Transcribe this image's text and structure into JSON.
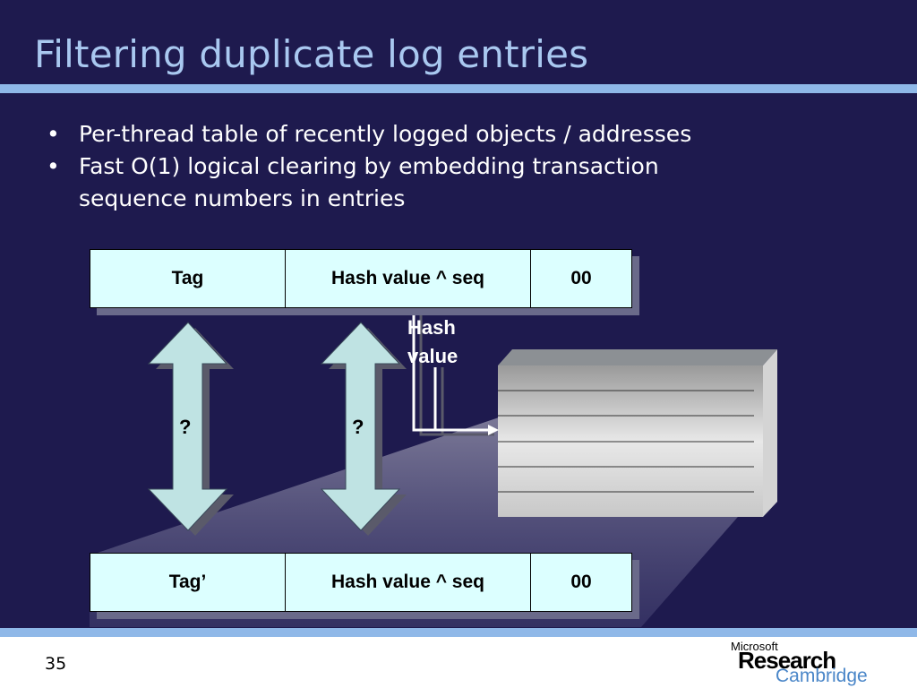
{
  "slide": {
    "title": "Filtering duplicate log entries",
    "bullets": [
      {
        "lines": [
          "Per-thread table of recently logged objects / addresses"
        ]
      },
      {
        "lines": [
          "Fast O(1) logical clearing by embedding transaction",
          "sequence numbers in entries"
        ]
      }
    ],
    "bullet_symbol": "•",
    "page_number": "35"
  },
  "diagram": {
    "top_row": {
      "tag": "Tag",
      "hash": "Hash value ^ seq",
      "bits": "00"
    },
    "bottom_row": {
      "tag": "Tag’",
      "hash": "Hash value ^ seq",
      "bits": "00"
    },
    "hash_label": [
      "Hash",
      "value"
    ],
    "compare_left": "?",
    "compare_right": "?"
  },
  "logo": {
    "line1": "Microsoft",
    "line2": "Research",
    "line3": "Cambridge"
  },
  "colors": {
    "background": "#1e1a4e",
    "title": "#a9c8f0",
    "rule": "#8fb8e8",
    "cell_fill": "#dcffff",
    "arrow_fill": "#bfe3e3",
    "logo_accent": "#4a86c8"
  }
}
